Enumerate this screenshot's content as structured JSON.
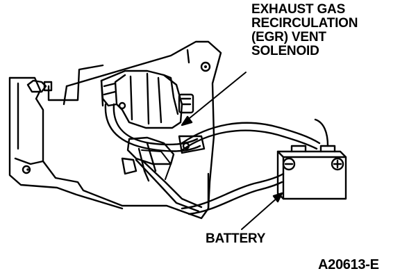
{
  "labels": {
    "egr_lines": [
      "EXHAUST GAS",
      "RECIRCULATION",
      "(EGR) VENT",
      "SOLENOID"
    ],
    "battery": "BATTERY",
    "figure_id": "A20613-E",
    "battery_plus": "+",
    "battery_minus": "−"
  }
}
